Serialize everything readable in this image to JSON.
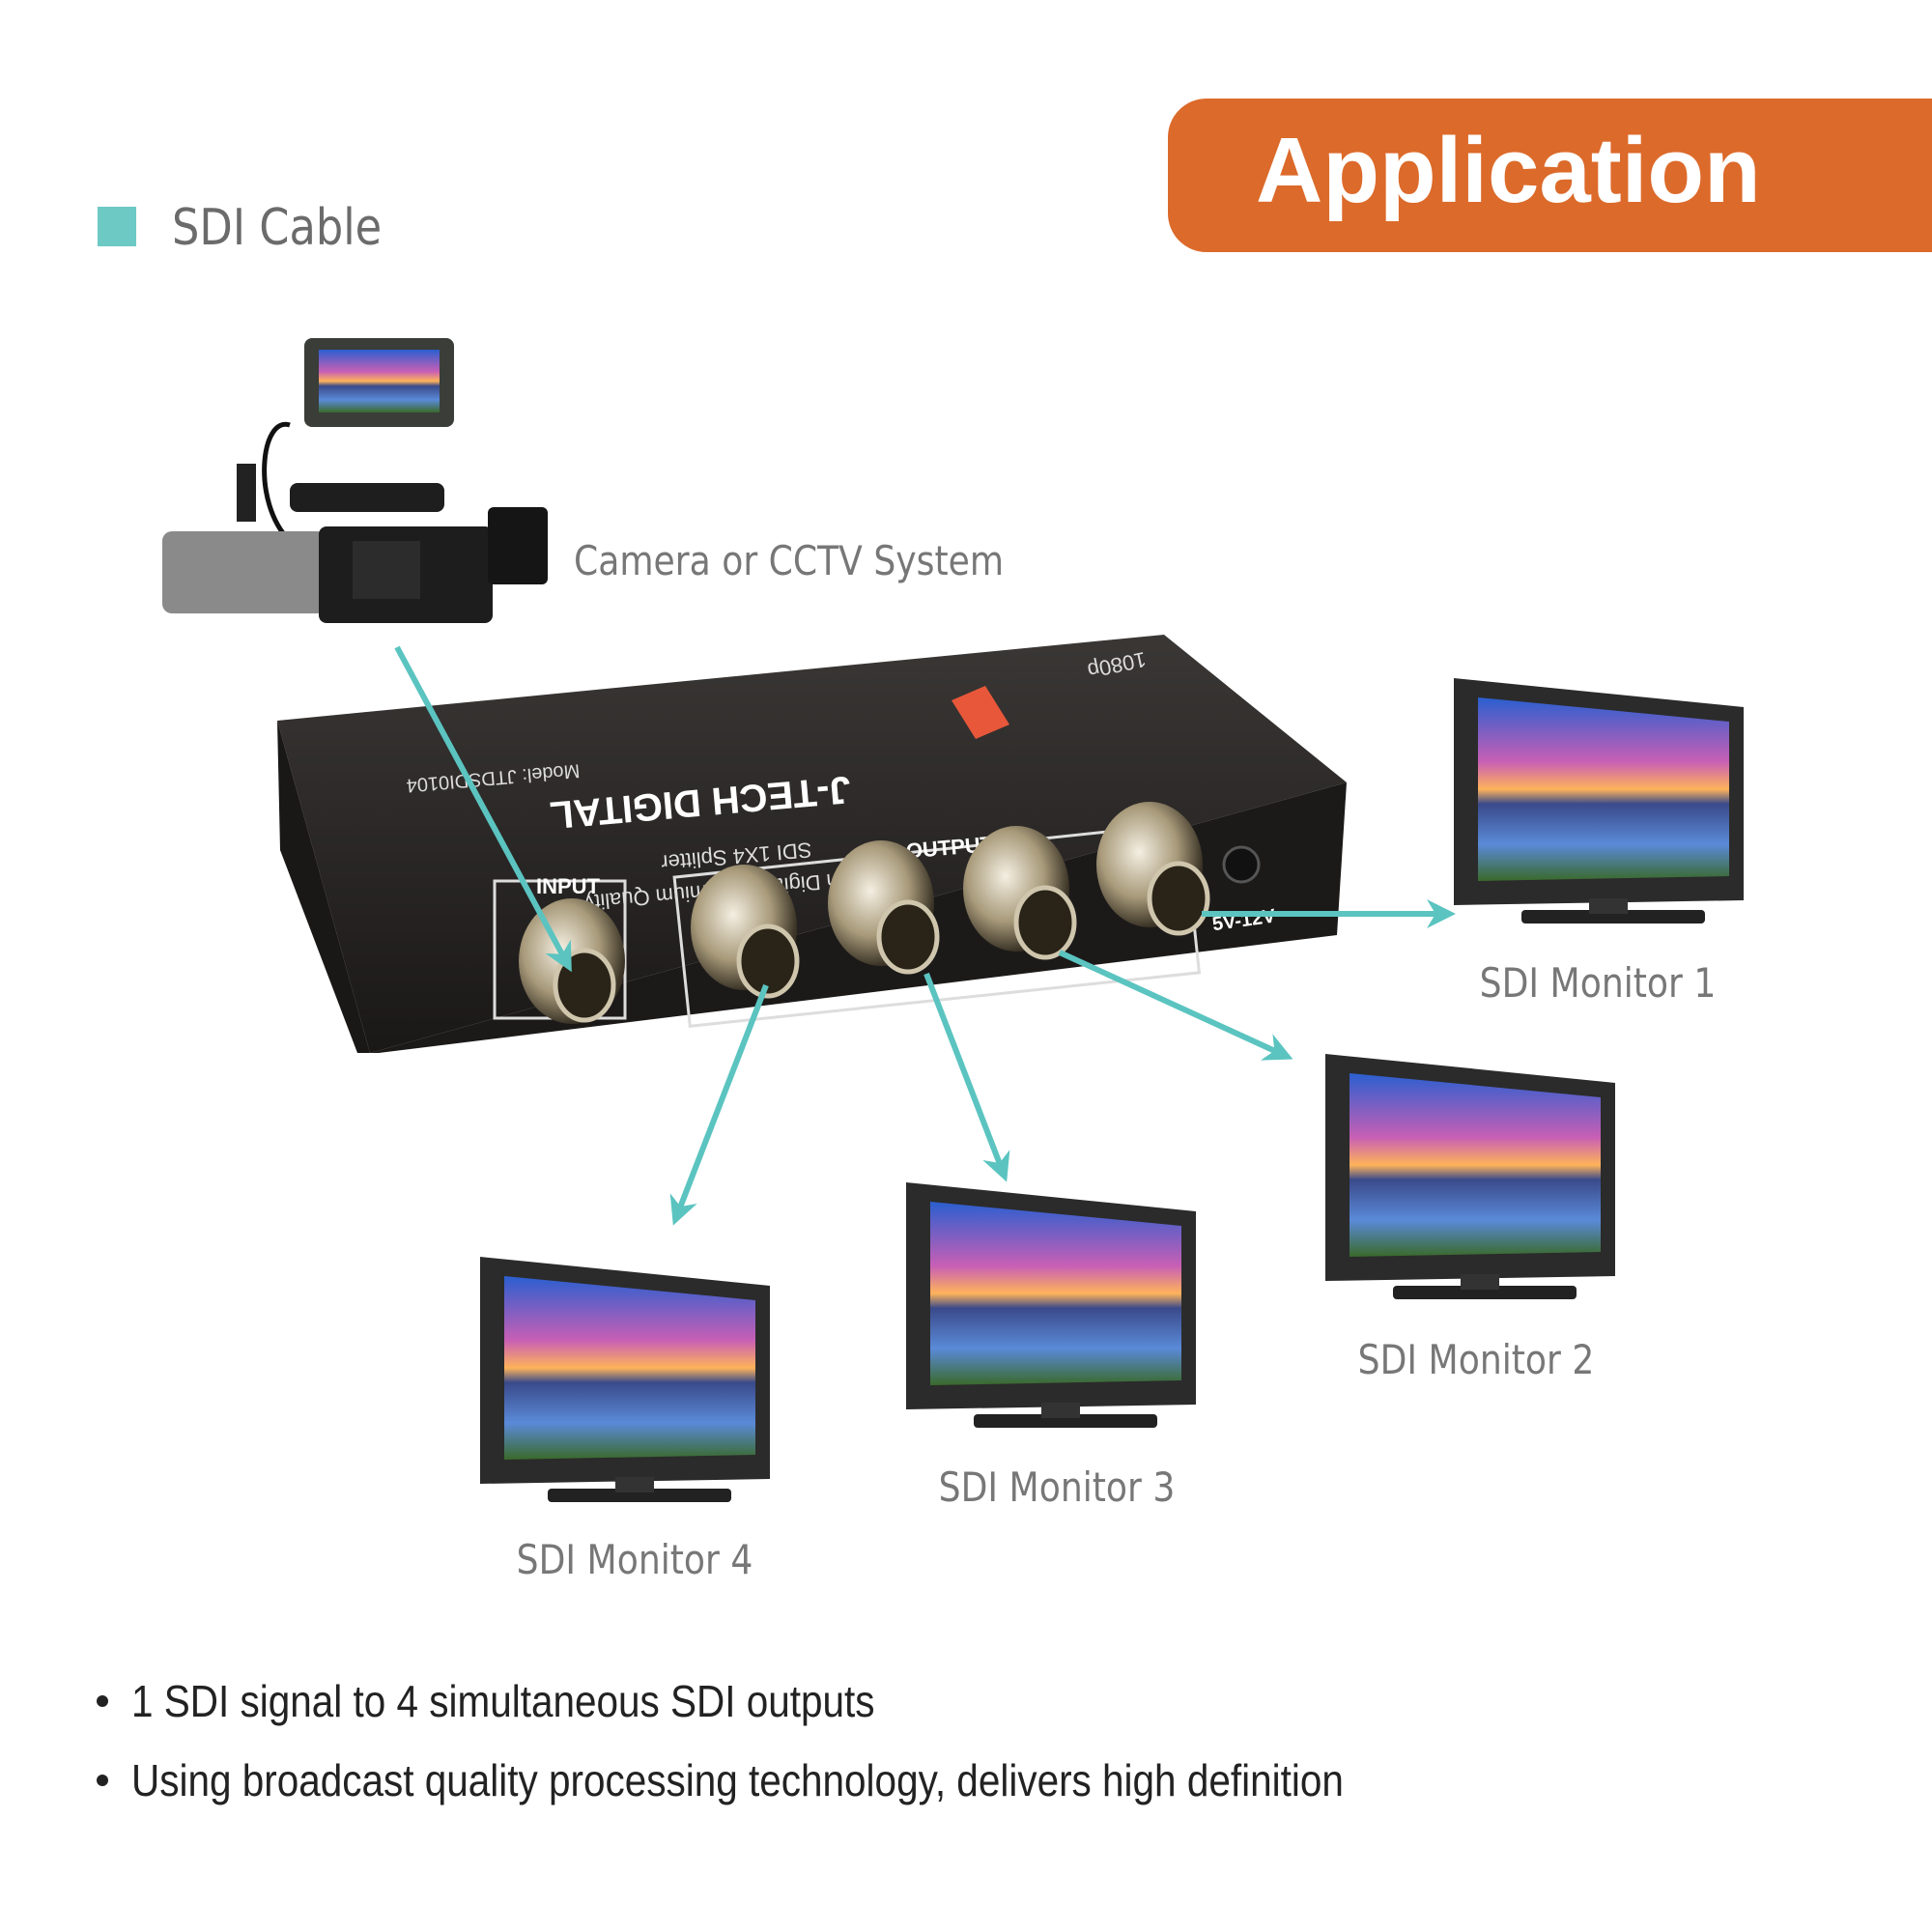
{
  "header": {
    "title": "Application",
    "legend_label": "SDI Cable"
  },
  "colors": {
    "accent": "#dc6a2a",
    "cable": "#5bc4c0",
    "legend_square": "#6cc9c4"
  },
  "source": {
    "label": "Camera or CCTV System"
  },
  "device": {
    "brand": "J-TECH DIGITAL",
    "model": "Model:  JTDSDI0104",
    "product": "SDI 1X4 Splitter",
    "tagline": "J-Tech Digital® Premium Quality",
    "resolution": "1080p",
    "input_label": "INPUT",
    "output_label": "OUTPUT",
    "power_label": "5V-12V"
  },
  "monitors": [
    {
      "label": "SDI Monitor 1"
    },
    {
      "label": "SDI Monitor 2"
    },
    {
      "label": "SDI Monitor 3"
    },
    {
      "label": "SDI Monitor 4"
    }
  ],
  "features": [
    "1 SDI signal to 4 simultaneous SDI outputs",
    "Using broadcast quality processing technology, delivers high definition"
  ]
}
